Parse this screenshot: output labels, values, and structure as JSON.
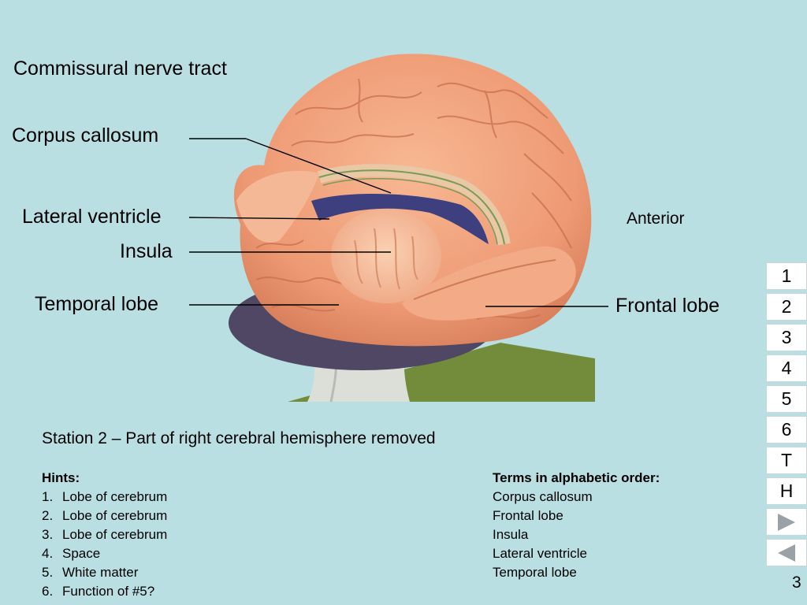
{
  "heading": "Commissural nerve tract",
  "labels": {
    "corpus_callosum": "Corpus callosum",
    "lateral_ventricle": "Lateral ventricle",
    "insula": "Insula",
    "temporal_lobe": "Temporal lobe",
    "frontal_lobe": "Frontal lobe",
    "anterior": "Anterior"
  },
  "station": "Station 2 – Part of right cerebral hemisphere removed",
  "hints": {
    "title": "Hints:",
    "items": [
      {
        "num": "1.",
        "text": "Lobe of cerebrum"
      },
      {
        "num": "2.",
        "text": "Lobe of cerebrum"
      },
      {
        "num": "3.",
        "text": "Lobe of cerebrum"
      },
      {
        "num": "4.",
        "text": "Space"
      },
      {
        "num": "5.",
        "text": "White matter"
      },
      {
        "num": "6.",
        "text": "Function of #5?"
      }
    ]
  },
  "terms": {
    "title": "Terms in alphabetic order:",
    "items": [
      "Corpus callosum",
      "Frontal lobe",
      "Insula",
      "Lateral ventricle",
      "Temporal lobe"
    ]
  },
  "nav": {
    "buttons": [
      "1",
      "2",
      "3",
      "4",
      "5",
      "6",
      "T",
      "H"
    ],
    "next_icon": "play-right-icon",
    "prev_icon": "play-left-icon"
  },
  "page_number": "3",
  "colors": {
    "background": "#b9dfe3",
    "brain": "#f0a27e",
    "brain_shadow": "#d97f5c",
    "ventricle": "#3b3f7a",
    "stem": "#dadcd6",
    "ground": "#6f8a3a"
  }
}
